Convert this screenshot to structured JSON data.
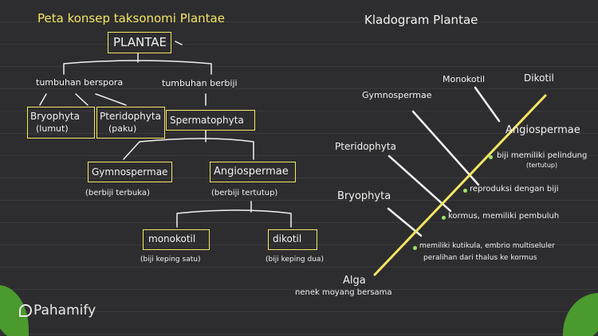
{
  "colors": {
    "background": "#2d2d2f",
    "ink": "#f2f2f2",
    "highlight": "#f5e663",
    "bullet": "#9be36b",
    "leaf": "#4a9a2e"
  },
  "concept_map": {
    "title": "Peta konsep taksonomi Plantae",
    "root": "PLANTAE",
    "spora": "tumbuhan berspora",
    "biji": "tumbuhan berbiji",
    "bryophyta": "Bryophyta",
    "bryophyta_note": "(lumut)",
    "pteridophyta": "Pteridophyta",
    "pteridophyta_note": "(paku)",
    "spermatophyta": "Spermatophyta",
    "gymnospermae": "Gymnospermae",
    "gymnospermae_note": "(berbiji terbuka)",
    "angiospermae": "Angiospermae",
    "angiospermae_note": "(berbiji tertutup)",
    "monokotil": "monokotil",
    "monokotil_note": "(biji keping satu)",
    "dikotil": "dikotil",
    "dikotil_note": "(biji keping dua)"
  },
  "cladogram": {
    "title": "Kladogram  Plantae",
    "monokotil": "Monokotil",
    "dikotil": "Dikotil",
    "gymnospermae": "Gymnospermae",
    "angiospermae": "Angiospermae",
    "pteridophyta": "Pteridophyta",
    "bryophyta": "Bryophyta",
    "alga": "Alga",
    "ancestor": "nenek moyang bersama",
    "traits": {
      "pelindung_1": "biji memiliki pelindung",
      "pelindung_2": "(tertutup)",
      "reproduksi": "reproduksi dengan biji",
      "kormus": "kormus, memiliki pembuluh",
      "kutikula_1": "memiliki kutikula, embrio multiseluler",
      "kutikula_2": "peralihan dari thalus ke kormus"
    }
  },
  "brand": {
    "name": "Pahamify",
    "icon": "pahamify-logo-icon"
  }
}
